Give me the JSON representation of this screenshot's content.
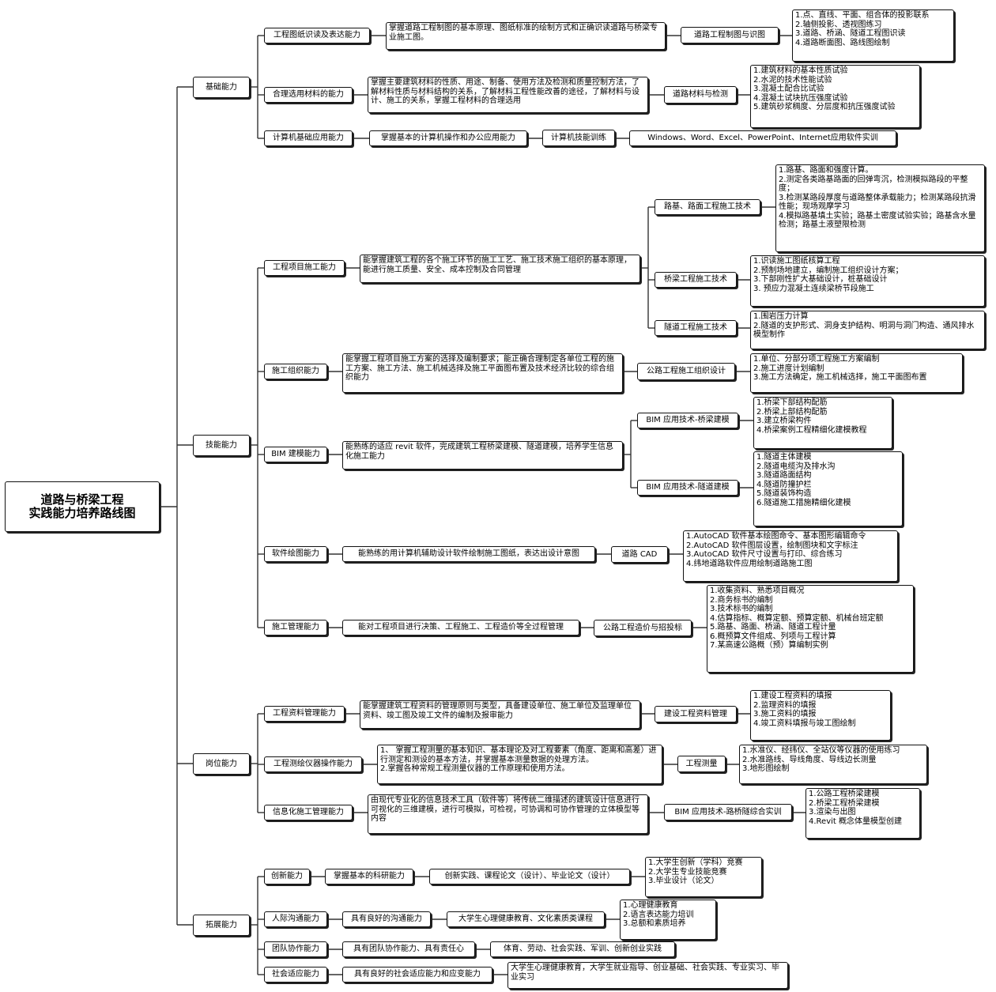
{
  "root": {
    "line1": "道路与桥梁工程",
    "line2": "实践能力培养路线图"
  },
  "categories": {
    "basic": "基础能力",
    "skill": "技能能力",
    "post": "岗位能力",
    "ext": "拓展能力"
  },
  "rows": {
    "r1": {
      "ability": "工程图纸识读及表达能力",
      "desc": "掌握道路工程制图的基本原理、图纸标准的绘制方式和正确识读道路与桥梁专业施工图。",
      "course": "道路工程制图与识图",
      "items": "1.点、直线、平面、组合体的投影联系\n2.轴侧投影、透视图练习\n3.道路、桥涵、隧道工程图识读\n4.道路断面图、路线图绘制"
    },
    "r2": {
      "ability": "合理选用材料的能力",
      "desc": "掌握主要建筑材料的性质、用途、制备、使用方法及检测和质量控制方法，了解材料性质与材料结构的关系，了解材料工程性能改善的途径，了解材料与设计、施工的关系，掌握工程材料的合理选用",
      "course": "道路材料与检测",
      "items": "1.建筑材料的基本性质试验\n2.水泥的技术性能试验\n3.混凝土配合比试验\n4.混凝土试块抗压强度试验\n5.建筑砂浆稠度、分层度和抗压强度试验"
    },
    "r3": {
      "ability": "计算机基础应用能力",
      "desc": "掌握基本的计算机操作和办公应用能力",
      "course": "计算机技能训练",
      "items": "Windows、Word、Excel、PowerPoint、Internet应用软件实训"
    },
    "r4": {
      "ability": "工程项目施工能力",
      "desc": "能掌握建筑工程的各个施工环节的施工工艺、施工技术施工组织的基本原理，能进行施工质量、安全、成本控制及合同管理",
      "subs": [
        {
          "course": "路基、路面工程施工技术",
          "items": "1.路基、路面和强度计算。\n2.测定各类路基路面的回弹弯沉，检测模拟路段的平整度；\n3.检测某路段厚度与道路整体承载能力；检测某路段抗滑性能；现场观摩学习\n4.模拟路基填土实验；路基土密度试验实验；路基含水量检测；路基土液塑限检测"
        },
        {
          "course": "桥梁工程施工技术",
          "items": "1.识读施工图纸核算工程\n2.预制场地建立，编制施工组织设计方案；\n3.下部刚性扩大基础设计，桩基础设计\n3. 预应力混凝土连续梁桥节段施工"
        },
        {
          "course": "隧道工程施工技术",
          "items": "1.围岩压力计算\n2.隧道的支护形式、洞身支护结构、明洞与洞门构造、通风排水模型制作"
        }
      ]
    },
    "r5": {
      "ability": "施工组织能力",
      "desc": "能掌握工程项目施工方案的选择及编制要求；能正确合理制定各单位工程的施工方案、施工方法、施工机械选择及施工平面图布置及技术经济比较的综合组织能力",
      "course": "公路工程施工组织设计",
      "items": "1.单位、分部分项工程施工方案编制\n2.施工进度计划编制\n3.施工方法确定，施工机械选择，施工平面图布置"
    },
    "r6": {
      "ability": "BIM 建模能力",
      "desc": "能熟练的适应 revit 软件，完成建筑工程桥梁建模、隧道建模，培养学生信息化施工能力",
      "subs": [
        {
          "course": "BIM 应用技术-桥梁建模",
          "items": "1.桥梁下部结构配筋\n2.桥梁上部结构配筋\n3.建立桥梁构件\n4.桥梁案例工程精细化建模教程"
        },
        {
          "course": "BIM 应用技术-隧道建模",
          "items": "1.隧道主体建模\n2.隧道电缆沟及排水沟\n3.隧道路面结构\n4.隧道防撞护栏\n5.隧道装饰构造\n6.隧道施工措施精细化建模"
        }
      ]
    },
    "r7": {
      "ability": "软件绘图能力",
      "desc": "能熟练的用计算机辅助设计软件绘制施工图纸，表达出设计意图",
      "course": "道路 CAD",
      "items": "1.AutoCAD 软件基本绘图命令、基本图形编辑命令\n2.AutoCAD 软件图层设置，绘制图块和文字标注\n3.AutoCAD 软件尺寸设置与打印、综合练习\n4.纬地道路软件应用绘制道路施工图"
    },
    "r8": {
      "ability": "施工管理能力",
      "desc": "能对工程项目进行决策、工程施工、工程造价等全过程管理",
      "course": "公路工程造价与招投标",
      "items": "1.收集资料、熟悉项目概况\n2.商务标书的编制\n3.技术标书的编制\n4.估算指标、概算定额、预算定额、机械台班定额\n5.路基、路面、桥涵、隧道工程计量\n6.概预算文件组成、列项与工程计算\n7.某高速公路概（预）算编制实例"
    },
    "r9": {
      "ability": "工程资料管理能力",
      "desc": "能掌握建筑工程资料的管理原则与类型，具备建设单位、施工单位及监理单位资料、竣工图及竣工文件的编制及报审能力",
      "course": "建设工程资料管理",
      "items": "1.建设工程资料的填报\n2.监理资料的填报\n3.施工资料的填报\n4.竣工资料填报与竣工图绘制"
    },
    "r10": {
      "ability": "工程测绘仪器操作能力",
      "desc": "1、 掌握工程测量的基本知识、基本理论及对工程要素（角度、距离和高差）进行测定和测设的基本方法，并掌握基本测量数据的处理方法。\n2.掌握各种常规工程测量仪器的工作原理和使用方法。",
      "course": "工程测量",
      "items": "1.水准仪、经纬仪、全站仪等仪器的使用练习\n2.水准路线、导线角度、导线边长测量\n3.地形图绘制"
    },
    "r11": {
      "ability": "信息化施工管理能力",
      "desc": "由现代专业化的信息技术工具（软件等）将传统二维描述的建筑设计信息进行可视化的三维建模，进行可模拟，可检视，可协调和可协作管理的立体模型等内容",
      "course": "BIM 应用技术-路桥隧综合实训",
      "items": "1.公路工程桥梁建模\n2.桥梁工程桥梁建模\n3.渲染与出图\n4.Revit 概念体量模型创建"
    },
    "r12": {
      "ability": "创新能力",
      "desc": "掌握基本的科研能力",
      "course": "创新实践、课程论文（设计）、毕业论文（设计）",
      "items": "1.大学生创新（学科）竞赛\n2.大学生专业技能竞赛\n3.毕业设计（论文）"
    },
    "r13": {
      "ability": "人际沟通能力",
      "desc": "具有良好的沟通能力",
      "course": "大学生心理健康教育、文化素质类课程",
      "items": "1.心理健康教育\n2.语言表达能力培训\n3.总额和素质培养"
    },
    "r14": {
      "ability": "团队协作能力",
      "desc": "具有团队协作能力、具有责任心",
      "course": "体育、劳动、社会实践、军训、创新创业实践"
    },
    "r15": {
      "ability": "社会适应能力",
      "desc": "具有良好的社会适应能力和应变能力",
      "course": "大学生心理健康教育，大学生就业指导、创业基础、社会实践、专业实习、毕业实习"
    }
  }
}
